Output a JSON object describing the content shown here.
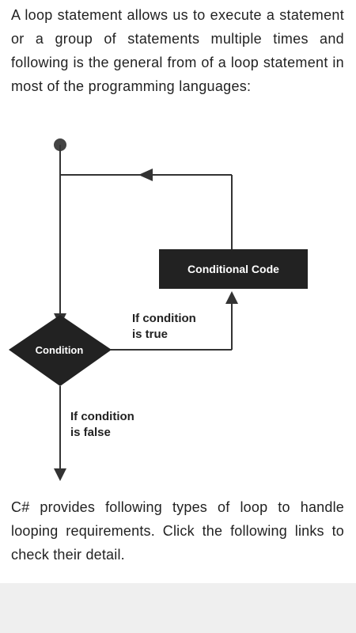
{
  "article": {
    "intro": "A loop statement allows us to execute a statement or a group of statements multiple times and following is the general from of a loop statement in most of the programming languages:",
    "outro": "C# provides following types of loop to handle looping requirements. Click the following links to check their detail."
  },
  "diagram": {
    "conditional_code_label": "Conditional Code",
    "condition_label": "Condition",
    "true_label_line1": "If condition",
    "true_label_line2": "is true",
    "false_label_line1": "If condition",
    "false_label_line2": "is false"
  },
  "colors": {
    "text": "#222222",
    "diagram_fill": "#222222",
    "line": "#333333",
    "footer": "#efefef"
  }
}
